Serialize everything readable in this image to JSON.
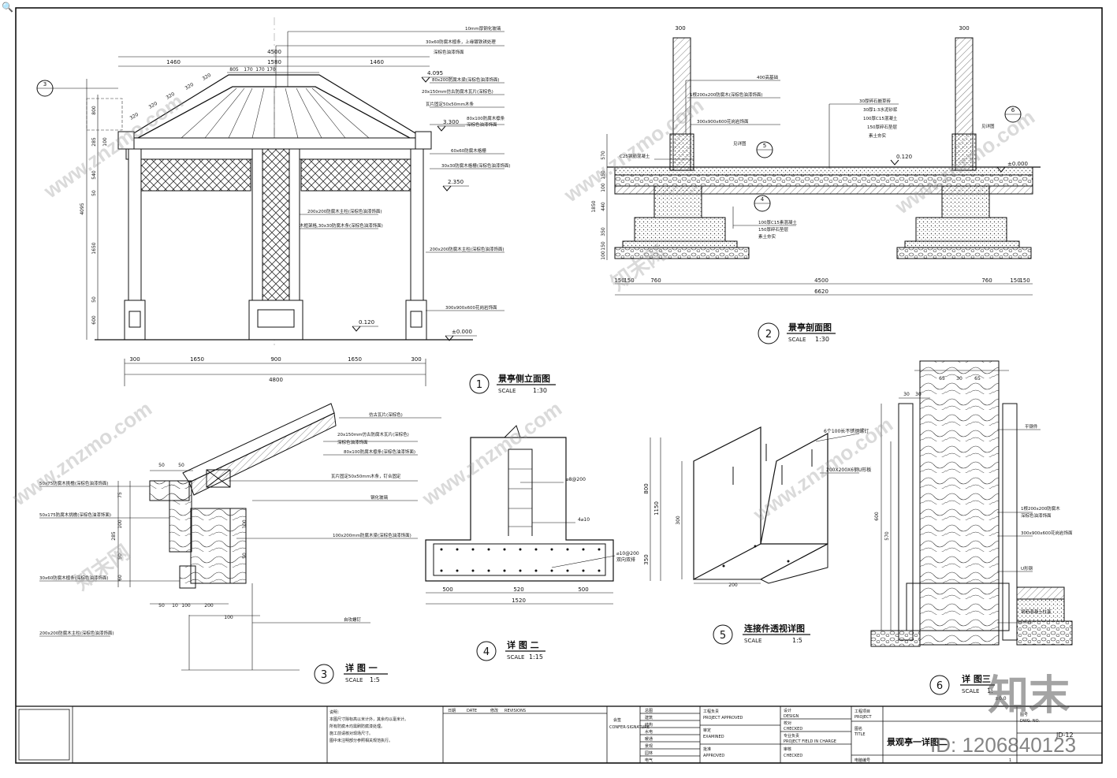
{
  "drawings": {
    "d1": {
      "num": "1",
      "title": "景亭侧立面图",
      "scale": "SCALE",
      "ratio": "1:30"
    },
    "d2": {
      "num": "2",
      "title": "景亭剖面图",
      "scale": "SCALE",
      "ratio": "1:30"
    },
    "d3": {
      "num": "3",
      "title": "详 图 一",
      "scale": "SCALE",
      "ratio": "1:5"
    },
    "d4": {
      "num": "4",
      "title": "详 图 二",
      "scale": "SCALE",
      "ratio": "1:15"
    },
    "d5": {
      "num": "5",
      "title": "连接件透视详图",
      "scale": "SCALE",
      "ratio": "1:5"
    },
    "d6": {
      "num": "6",
      "title": "详 图三",
      "scale": "SCALE",
      "ratio": "1:"
    }
  },
  "elevation": {
    "dims_top": [
      "4500",
      "1460",
      "1580",
      "1460"
    ],
    "dims_small": [
      "805",
      "170",
      "170",
      "170"
    ],
    "dims_bottom": [
      "300",
      "1650",
      "900",
      "1650",
      "300"
    ],
    "dim_total": "4800",
    "dims_left": [
      "800",
      "285",
      "100",
      "540",
      "50",
      "1650",
      "50",
      "600",
      "4095"
    ],
    "slopes": [
      "320",
      "320",
      "320",
      "320",
      "320"
    ],
    "levels": [
      "4.095",
      "3.300",
      "2.350",
      "0.120",
      "±0.000"
    ],
    "notes": [
      "10mm厚钢化玻璃",
      "30x60防腐木檩条，上缘镀铁锈处理",
      "深棕色油漆饰面",
      "80x200防腐木梁(深棕色油漆饰面)",
      "20x150mm仿古防腐木瓦片(深棕色)",
      "瓦片固定50x50mm木条",
      "80x100防腐木檩条",
      "深棕色油漆饰面",
      "60x60防腐木格栅",
      "30x30防腐木格栅(深棕色油漆饰面)",
      "200x200防腐木主柱(深棕色油漆饰面)",
      "木框架格,30x30防腐木条(深棕色油漆饰面)",
      "200x200防腐木主柱(深棕色油漆饰面)",
      "300x900x600花岗岩饰面"
    ],
    "mark3": "3"
  },
  "section": {
    "dims_top": [
      "300",
      "300"
    ],
    "dims_bottom": [
      "150",
      "150",
      "760",
      "4500",
      "760",
      "150",
      "150"
    ],
    "dim_total": "6620",
    "dims_left": [
      "570",
      "150",
      "100",
      "1850",
      "440",
      "350",
      "150",
      "100"
    ],
    "levels": [
      "0.120",
      "±0.000"
    ],
    "notes": [
      "400高基础",
      "1根200x200防腐木(深棕色油漆饰面)",
      "300x900x600花岗岩饰面",
      "C25钢筋混凝土",
      "30厚碎石嵌草砖",
      "30厚1:3水泥砂浆",
      "100厚C15混凝土",
      "150厚碎石垫层",
      "素土夯实",
      "100厚C15素混凝土",
      "150厚碎石垫层",
      "素土夯实"
    ],
    "marks": [
      "5",
      "6",
      "4"
    ],
    "tags": [
      "见详图",
      "见详图"
    ]
  },
  "detail1": {
    "dims": [
      "50",
      "50",
      "75",
      "100",
      "285",
      "50",
      "60",
      "100",
      "50",
      "50",
      "10",
      "100",
      "200",
      "100"
    ],
    "notes": [
      "仿古瓦片(深棕色)",
      "20x150mm仿古防腐木瓦片(深棕色)",
      "深棕色油漆饰面",
      "80x100防腐木檩条(深棕色油漆饰面)",
      "瓦片固定50x50mm木条，钉合固定",
      "钢化玻璃",
      "50x75防腐木挑檐(深棕色油漆饰面)",
      "50x175防腐木挑檐(深棕色油漆饰面)",
      "100x200mm防腐木梁(深棕色油漆饰面)",
      "30x60防腐木檩条(深棕色油漆饰面)",
      "200x200防腐木主柱(深棕色油漆饰面)",
      "自攻螺钉"
    ]
  },
  "detail2": {
    "dims": [
      "500",
      "520",
      "500",
      "1520",
      "800",
      "1150",
      "350"
    ],
    "notes": [
      "⌀8@200",
      "4⌀10",
      "⌀10@200",
      "双向双排"
    ]
  },
  "detail5": {
    "dims": [
      "300",
      "200"
    ],
    "notes": [
      "6个100长不锈钢螺钉",
      "200X200X6钢U形板"
    ]
  },
  "detail6": {
    "dims": [
      "65",
      "30",
      "65",
      "30",
      "30",
      "600",
      "570"
    ],
    "notes": [
      "平钢件",
      "1根200x200防腐木",
      "深棕色油漆饰面",
      "300x900x600花岗岩饰面",
      "U形钢",
      "钢筋混凝土柱基"
    ],
    "level_note": "±0.0"
  },
  "titleblock": {
    "notes_lines": [
      "说明：",
      "本图尺寸除标高以米计外，其余均以毫米计。",
      "所有防腐木均需刷防腐漆处理。",
      "施工前请核对现场尺寸。",
      "图中未注明部分参照相关规范执行。"
    ],
    "rev_headers": [
      "日期",
      "DATE",
      "修改",
      "REVISIONS"
    ],
    "sign_label": "会签",
    "sign_label_en": "CONFER-SIGNATURE",
    "roles": [
      "总图",
      "建筑",
      "结构",
      "水电",
      "暖通",
      "景观",
      "园林",
      "电气"
    ],
    "approval": [
      "工程负责",
      "PROJECT APPROVED",
      "审定",
      "EXAMINED",
      "批准",
      "APPROVED"
    ],
    "design": [
      "设计",
      "DESIGN",
      "校对",
      "CHECKED",
      "专业负责",
      "PROJECT FIELD IN CHARGE",
      "审核",
      "CHECKED"
    ],
    "project_label": "工程项目",
    "project_en": "PROJECT",
    "title_label": "图名",
    "title_en": "TITLE",
    "drawing_title": "景观亭一详图二",
    "drawing_no_label": "图号",
    "drawing_no_en": "DWG. NO.",
    "drawing_no": "JD-12",
    "page_label": "电脑编号",
    "page_no": "1"
  },
  "watermark": "www.znzmo.com",
  "watermark_cn": "知末网",
  "brand": "知末",
  "id_text": "ID: 1206840123"
}
